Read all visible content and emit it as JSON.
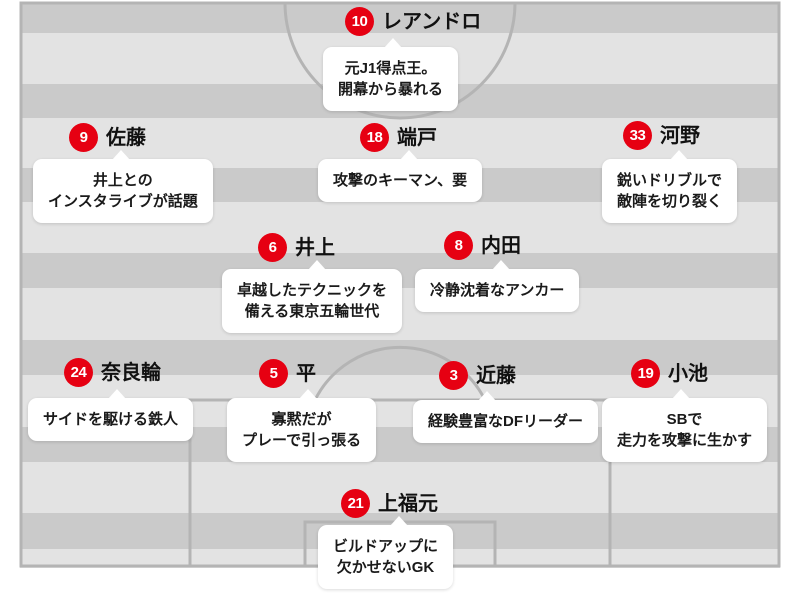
{
  "diagram": {
    "type": "soccer-formation-lineup",
    "colors": {
      "badge_red": "#e60012",
      "stripe_dark": "#cacaca",
      "stripe_light": "#e3e3e3",
      "pitch_line": "#b4b4b4",
      "bubble_bg": "#ffffff",
      "text": "#1a1a1a"
    }
  },
  "players": [
    {
      "key": "leandro",
      "number": "10",
      "name": "レアンドロ",
      "comment_lines": [
        "元J1得点王。",
        "開幕から暴れる"
      ]
    },
    {
      "key": "sato",
      "number": "9",
      "name": "佐藤",
      "comment_lines": [
        "井上との",
        "インスタライブが話題"
      ]
    },
    {
      "key": "hashido",
      "number": "18",
      "name": "端戸",
      "comment_lines": [
        "攻撃のキーマン、要"
      ]
    },
    {
      "key": "kono",
      "number": "33",
      "name": "河野",
      "comment_lines": [
        "鋭いドリブルで",
        "敵陣を切り裂く"
      ]
    },
    {
      "key": "inoue",
      "number": "6",
      "name": "井上",
      "comment_lines": [
        "卓越したテクニックを",
        "備える東京五輪世代"
      ]
    },
    {
      "key": "uchida",
      "number": "8",
      "name": "内田",
      "comment_lines": [
        "冷静沈着なアンカー"
      ]
    },
    {
      "key": "narawa",
      "number": "24",
      "name": "奈良輪",
      "comment_lines": [
        "サイドを駆ける鉄人"
      ]
    },
    {
      "key": "taira",
      "number": "5",
      "name": "平",
      "comment_lines": [
        "寡黙だが",
        "プレーで引っ張る"
      ]
    },
    {
      "key": "kondo",
      "number": "3",
      "name": "近藤",
      "comment_lines": [
        "経験豊富なDFリーダー"
      ]
    },
    {
      "key": "koike",
      "number": "19",
      "name": "小池",
      "comment_lines": [
        "SBで",
        "走力を攻撃に生かす"
      ]
    },
    {
      "key": "kamifukumoto",
      "number": "21",
      "name": "上福元",
      "comment_lines": [
        "ビルドアップに",
        "欠かせないGK"
      ]
    }
  ]
}
